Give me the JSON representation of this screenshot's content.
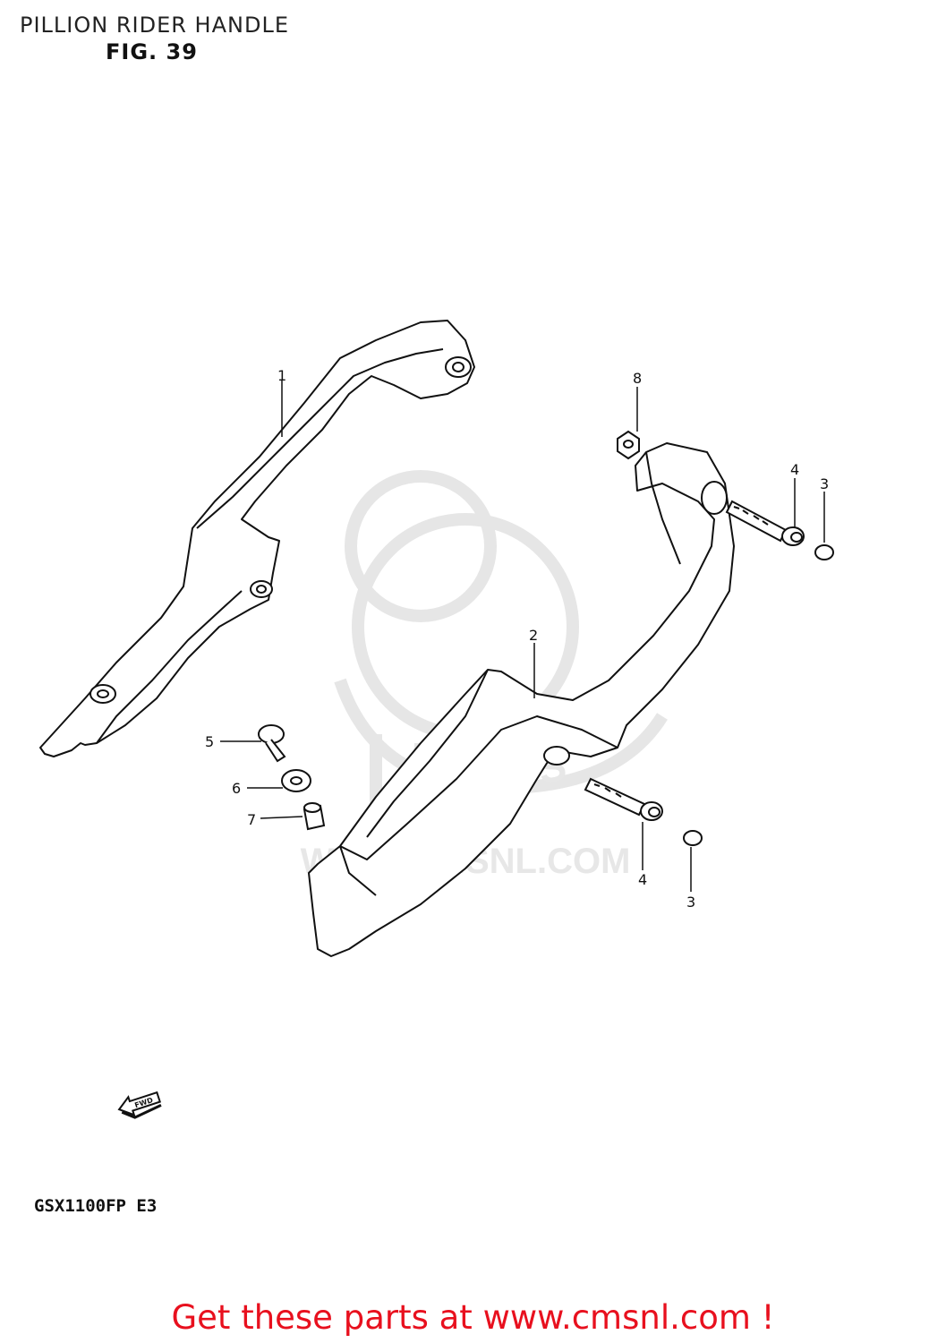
{
  "header": {
    "title": "PILLION RIDER HANDLE",
    "figure": "FIG. 39"
  },
  "watermark": {
    "text": "WWW.CMSNL.COM",
    "logo": "CMS"
  },
  "callouts": [
    {
      "id": "c1",
      "label": "1"
    },
    {
      "id": "c2",
      "label": "2"
    },
    {
      "id": "c3a",
      "label": "3"
    },
    {
      "id": "c3b",
      "label": "3"
    },
    {
      "id": "c4a",
      "label": "4"
    },
    {
      "id": "c4b",
      "label": "4"
    },
    {
      "id": "c5",
      "label": "5"
    },
    {
      "id": "c6",
      "label": "6"
    },
    {
      "id": "c7",
      "label": "7"
    },
    {
      "id": "c8",
      "label": "8"
    }
  ],
  "fwd_arrow": {
    "label": "FWD",
    "icon": "forward-arrow-icon"
  },
  "footer": {
    "model": "GSX1100FP  E3",
    "cta": "Get these parts at www.cmsnl.com !",
    "cta_color": "#e8101e"
  }
}
